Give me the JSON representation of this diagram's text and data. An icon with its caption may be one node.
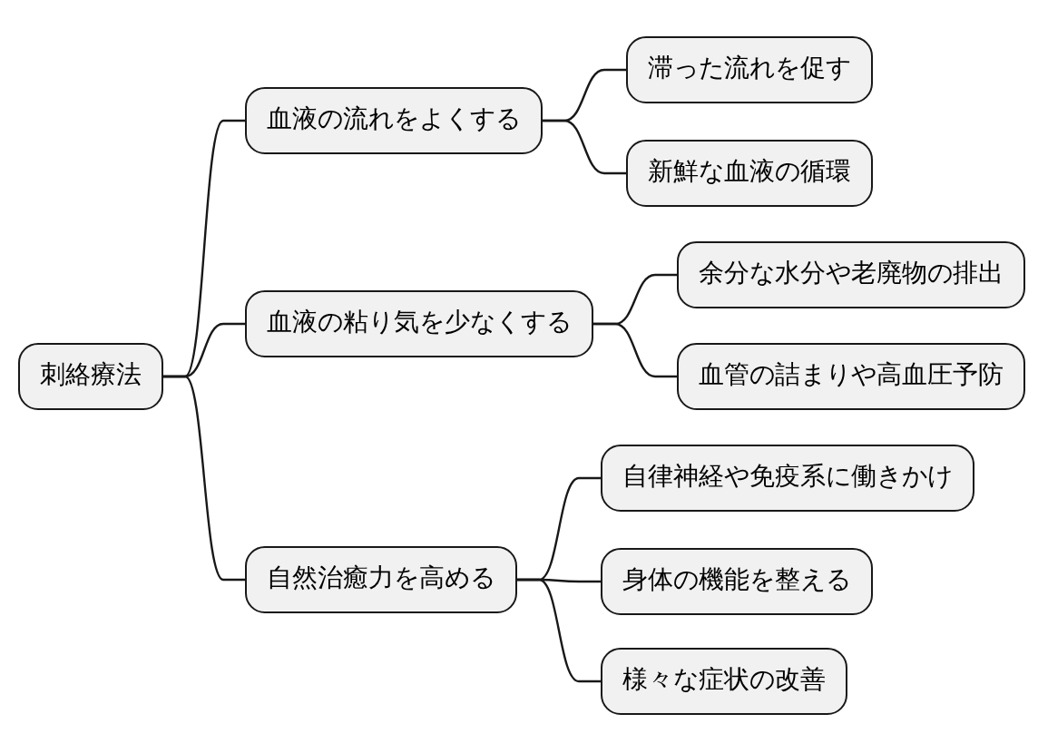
{
  "diagram": {
    "nodes": [
      {
        "text": [
          "刺絡療法"
        ]
      },
      {
        "text": [
          "血液の流れをよくする"
        ]
      },
      {
        "text": [
          "滞った流れを促す"
        ]
      },
      {
        "text": [
          "新鮮な血液の循環"
        ]
      },
      {
        "text": [
          "血液の粘り気を少なくする"
        ]
      },
      {
        "text": [
          "余分な水分や老廃物の排出"
        ]
      },
      {
        "text": [
          "血管の詰まりや高血圧予防"
        ]
      },
      {
        "text": [
          "自然治癒力を高める"
        ]
      },
      {
        "text": [
          "自律神経や免疫系に働きかけ"
        ]
      },
      {
        "text": [
          "身体の機能を整える"
        ]
      },
      {
        "text": [
          "様々な症状の改善"
        ]
      }
    ],
    "edges": [
      {
        "from": 0,
        "to": 1,
        "arrow": "none"
      },
      {
        "from": 0,
        "to": 4,
        "arrow": "none"
      },
      {
        "from": 0,
        "to": 7,
        "arrow": "none"
      },
      {
        "from": 1,
        "to": 2,
        "arrow": "none"
      },
      {
        "from": 1,
        "to": 3,
        "arrow": "none"
      },
      {
        "from": 4,
        "to": 5,
        "arrow": "none"
      },
      {
        "from": 4,
        "to": 6,
        "arrow": "none"
      },
      {
        "from": 7,
        "to": 8,
        "arrow": "none"
      },
      {
        "from": 7,
        "to": 9,
        "arrow": "none"
      },
      {
        "from": 7,
        "to": 10,
        "arrow": "none"
      }
    ]
  }
}
